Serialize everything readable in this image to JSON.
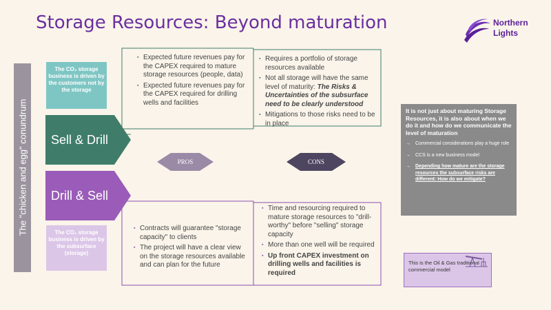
{
  "title": "Storage Resources: Beyond maturation",
  "logo": {
    "line1": "Northern",
    "line2": "Lights"
  },
  "vertical_label": "The \"chicken and egg\" conundrum",
  "top_teal_box": {
    "text": "The CO₂ storage business is driven by the customers not by the storage"
  },
  "bottom_lilac_box": {
    "text": "The CO₂ storage business is driven by the subsurface (storage)"
  },
  "sell_drill": {
    "label": "Sell & Drill"
  },
  "drill_sell": {
    "label": "Drill & Sell"
  },
  "pros_label": "PROS",
  "cons_label": "CONS",
  "pros_top": [
    "Expected future revenues pay for the CAPEX required to mature storage resources (people, data)",
    "Expected future revenues pay for the CAPEX required for drilling wells and facilities"
  ],
  "cons_top": {
    "item1": "Requires a portfolio of storage resources available",
    "item2_plain": "Not all storage will have the same level of maturity: ",
    "item2_emph": "The Risks & Uncertainties of the subsurface need to be clearly understood",
    "item3": "Mitigations  to those risks need to be in place"
  },
  "pros_bottom": [
    "Contracts will guarantee \"storage capacity\" to clients",
    "The project will have a clear view on the storage resources available and can plan for the future"
  ],
  "cons_bottom": {
    "item1": "Time and resourcing required to mature storage resources to \"drill-worthy\" before \"selling\" storage capacity",
    "item2": "More than one well will be required",
    "item3": "Up front CAPEX investment on drilling wells and facilities is required"
  },
  "gray_box": {
    "heading": "It is not just about maturing Storage Resources, it is also about when we do it and how do we communicate the level of maturation",
    "items": [
      "Commercial considerations play a huge role",
      "CCS is a new business model",
      "Depending how mature are the storage resources the subsurface risks are different: How do we mitigate?"
    ]
  },
  "oil_box": {
    "text": "This is the Oil & Gas traditional commercial model"
  },
  "colors": {
    "title": "#6a2fa0",
    "teal": "#3f7d6a",
    "purple": "#8b4eb0",
    "gray": "#8a8a8a",
    "lilac": "#dcc6e8"
  }
}
